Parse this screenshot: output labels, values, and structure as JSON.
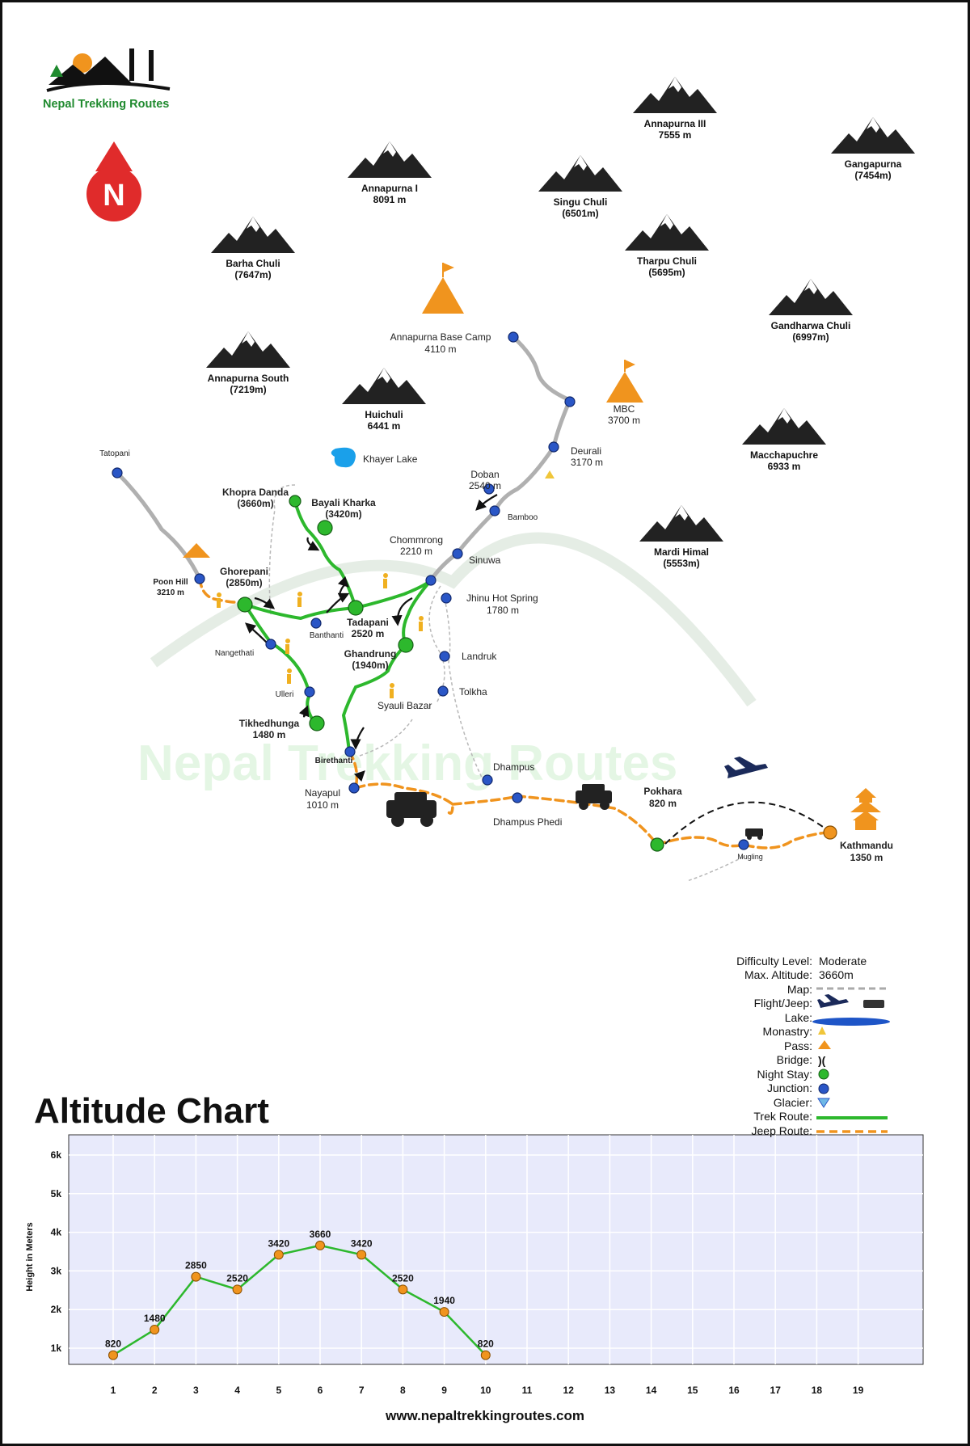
{
  "brand": {
    "name": "Nepal Trekking Routes",
    "website": "www.nepaltrekkingroutes.com",
    "compass": "N"
  },
  "peaks": [
    {
      "name": "Annapurna III",
      "alt": "7555 m"
    },
    {
      "name": "Gangapurna",
      "alt": "(7454m)"
    },
    {
      "name": "Annapurna I",
      "alt": "8091 m"
    },
    {
      "name": "Singu Chuli",
      "alt": "(6501m)"
    },
    {
      "name": "Barha Chuli",
      "alt": "(7647m)"
    },
    {
      "name": "Tharpu Chuli",
      "alt": "(5695m)"
    },
    {
      "name": "Gandharwa Chuli",
      "alt": "(6997m)"
    },
    {
      "name": "Annapurna South",
      "alt": "(7219m)"
    },
    {
      "name": "Huichuli",
      "alt": "6441 m"
    },
    {
      "name": "Macchapuchre",
      "alt": "6933 m"
    },
    {
      "name": "Mardi Himal",
      "alt": "(5553m)"
    }
  ],
  "places": {
    "abc": {
      "name": "Annapurna Base Camp",
      "alt": "4110 m"
    },
    "mbc": {
      "name": "MBC",
      "alt": "3700 m"
    },
    "deurali": {
      "name": "Deurali",
      "alt": "3170 m"
    },
    "doban": {
      "name": "Doban",
      "alt": "2540 m"
    },
    "bamboo": {
      "name": "Bamboo"
    },
    "chommrong": {
      "name": "Chommrong",
      "alt": "2210 m"
    },
    "sinuwa": {
      "name": "Sinuwa"
    },
    "jhinu": {
      "name": "Jhinu Hot Spring",
      "alt": "1780 m"
    },
    "landruk": {
      "name": "Landruk"
    },
    "tolkha": {
      "name": "Tolkha"
    },
    "tatopani": {
      "name": "Tatopani"
    },
    "khayer": {
      "name": "Khayer Lake"
    },
    "khopra": {
      "name": "Khopra Danda",
      "alt": "(3660m)"
    },
    "bayali": {
      "name": "Bayali Kharka",
      "alt": "(3420m)"
    },
    "poonhill": {
      "name": "Poon Hill",
      "alt": "3210 m"
    },
    "ghorepani": {
      "name": "Ghorepani",
      "alt": "(2850m)"
    },
    "banthanti": {
      "name": "Banthanti"
    },
    "tadapani": {
      "name": "Tadapani",
      "alt": "2520 m"
    },
    "nangethati": {
      "name": "Nangethati"
    },
    "ghandrung": {
      "name": "Ghandrung",
      "alt": "(1940m)"
    },
    "ulleri": {
      "name": "Ulleri"
    },
    "syauli": {
      "name": "Syauli Bazar"
    },
    "tikhedhunga": {
      "name": "Tikhedhunga",
      "alt": "1480 m"
    },
    "birethanti": {
      "name": "Birethanti"
    },
    "nayapul": {
      "name": "Nayapul",
      "alt": "1010 m"
    },
    "dhampus": {
      "name": "Dhampus"
    },
    "dhampusphedi": {
      "name": "Dhampus Phedi"
    },
    "pokhara": {
      "name": "Pokhara",
      "alt": "820 m"
    },
    "mugling": {
      "name": "Mugling"
    },
    "kathmandu": {
      "name": "Kathmandu",
      "alt": "1350 m"
    }
  },
  "legend": {
    "difficulty_label": "Difficulty Level:",
    "difficulty_value": "Moderate",
    "max_alt_label": "Max. Altitude:",
    "max_alt_value": "3660m",
    "items": [
      "Map:",
      "Flight/Jeep:",
      "Lake:",
      "Monastry:",
      "Pass:",
      "Bridge:",
      "Night Stay:",
      "Junction:",
      "Glacier:",
      "Trek Route:",
      "Jeep Route:"
    ]
  },
  "colors": {
    "trek": "#2db82d",
    "jeep": "#f0941e",
    "junction": "#2a56c6",
    "night": "#2db82d",
    "camp": "#f0941e",
    "chart_bg": "#e8eafb",
    "chart_point": "#f0941e"
  },
  "chart_data": {
    "type": "line",
    "title": "Altitude Chart",
    "ylabel": "Height in Meters",
    "xlabel": "",
    "x": [
      1,
      2,
      3,
      4,
      5,
      6,
      7,
      8,
      9,
      10
    ],
    "values": [
      820,
      1480,
      2850,
      2520,
      3420,
      3660,
      3420,
      2520,
      1940,
      820
    ],
    "xticks": [
      "1",
      "2",
      "3",
      "4",
      "5",
      "6",
      "7",
      "8",
      "9",
      "10",
      "11",
      "12",
      "13",
      "14",
      "15",
      "16",
      "17",
      "18",
      "19"
    ],
    "yticks": [
      "1k",
      "2k",
      "3k",
      "4k",
      "5k",
      "6k"
    ],
    "grid": true,
    "legend": "none"
  }
}
